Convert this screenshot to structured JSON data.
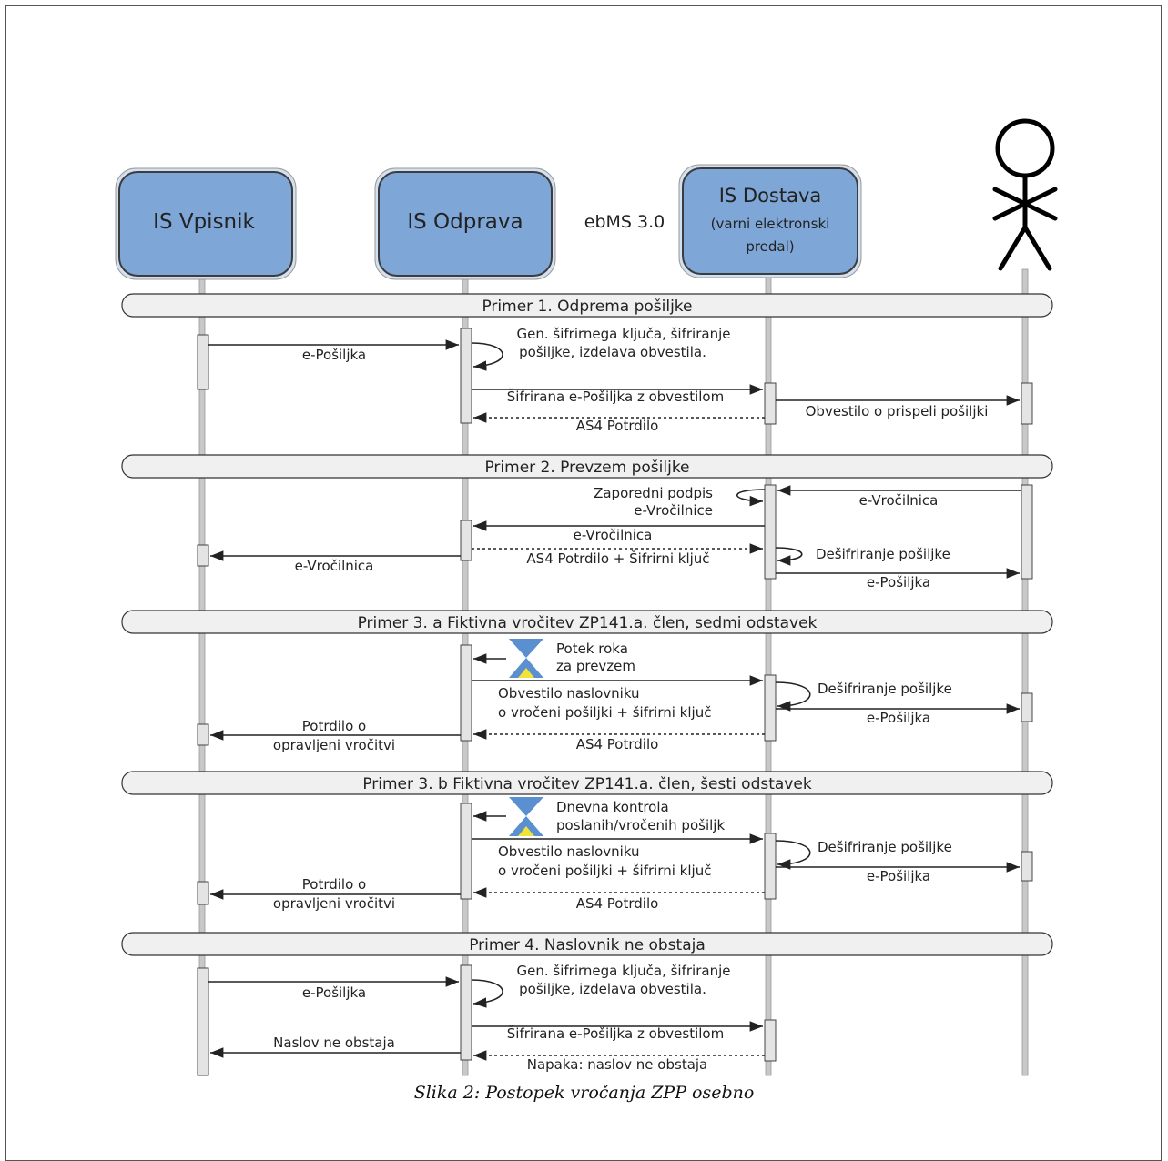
{
  "participants": {
    "vpisnik": "IS Vpisnik",
    "odprava": "IS Odprava",
    "dostava_1": "IS Dostava",
    "dostava_2": "(varni elektronski",
    "dostava_3": "predal)"
  },
  "protocol": "ebMS 3.0",
  "sections": {
    "s1": "Primer 1. Odprema pošiljke",
    "s2": "Primer 2. Prevzem pošiljke",
    "s3a": "Primer 3. a Fiktivna vročitev ZP141.a. člen, sedmi odstavek",
    "s3b": "Primer 3. b Fiktivna vročitev ZP141.a. člen, šesti odstavek",
    "s4": "Primer 4. Naslovnik ne obstaja"
  },
  "messages": {
    "p1_eposiljka": "e-Pošiljka",
    "p1_gen_1": "Gen. šifrirnega ključa, šifriranje",
    "p1_gen_2": "pošiljke, izdelava obvestila.",
    "p1_sifrirana": "Šifrirana e-Pošiljka z obvestilom",
    "p1_as4": "AS4 Potrdilo",
    "p1_obvestilo": "Obvestilo o prispeli pošiljki",
    "p2_evrocilnica_in": "e-Vročilnica",
    "p2_zaporedni_1": "Zaporedni podpis",
    "p2_zaporedni_2": "e-Vročilnice",
    "p2_evrocilnica_mid": "e-Vročilnica",
    "p2_as4_kljuc": "AS4 Potrdilo + Šifrirni ključ",
    "p2_desifriranje": "Dešifriranje pošiljke",
    "p2_evrocilnica_left": "e-Vročilnica",
    "p2_eposiljka": "e-Pošiljka",
    "p3a_potek_1": "Potek roka",
    "p3a_potek_2": "za prevzem",
    "p3a_obv_1": "Obvestilo naslovniku",
    "p3a_obv_2": "o vročeni pošiljki + šifrirni ključ",
    "p3a_desifriranje": "Dešifriranje pošiljke",
    "p3a_eposiljka": "e-Pošiljka",
    "p3a_potrdilo_1": "Potrdilo o",
    "p3a_potrdilo_2": "opravljeni vročitvi",
    "p3a_as4": "AS4 Potrdilo",
    "p3b_dnevna_1": "Dnevna kontrola",
    "p3b_dnevna_2": "poslanih/vročenih pošiljk",
    "p3b_obv_1": "Obvestilo naslovniku",
    "p3b_obv_2": "o vročeni pošiljki + šifrirni ključ",
    "p3b_desifriranje": "Dešifriranje pošiljke",
    "p3b_eposiljka": "e-Pošiljka",
    "p3b_potrdilo_1": "Potrdilo o",
    "p3b_potrdilo_2": "opravljeni vročitvi",
    "p3b_as4": "AS4 Potrdilo",
    "p4_eposiljka": "e-Pošiljka",
    "p4_gen_1": "Gen. šifrirnega ključa, šifriranje",
    "p4_gen_2": "pošiljke, izdelava obvestila.",
    "p4_sifrirana": "Šifrirana e-Pošiljka z obvestilom",
    "p4_naslov": "Naslov ne obstaja",
    "p4_napaka": "Napaka: naslov ne obstaja"
  },
  "caption": "Slika 2: Postopek vročanja ZPP osebno",
  "colors": {
    "participant_fill": "#7ea6d6",
    "participant_border": "#4a4a4a",
    "participant_shadow": "#cfdff0",
    "band_fill": "#f0f0f0",
    "lifeline": "#b8b8b8",
    "activation_fill": "#e4e4e4",
    "hourglass_blue": "#5a8fd0",
    "hourglass_yellow": "#f2e33a"
  }
}
